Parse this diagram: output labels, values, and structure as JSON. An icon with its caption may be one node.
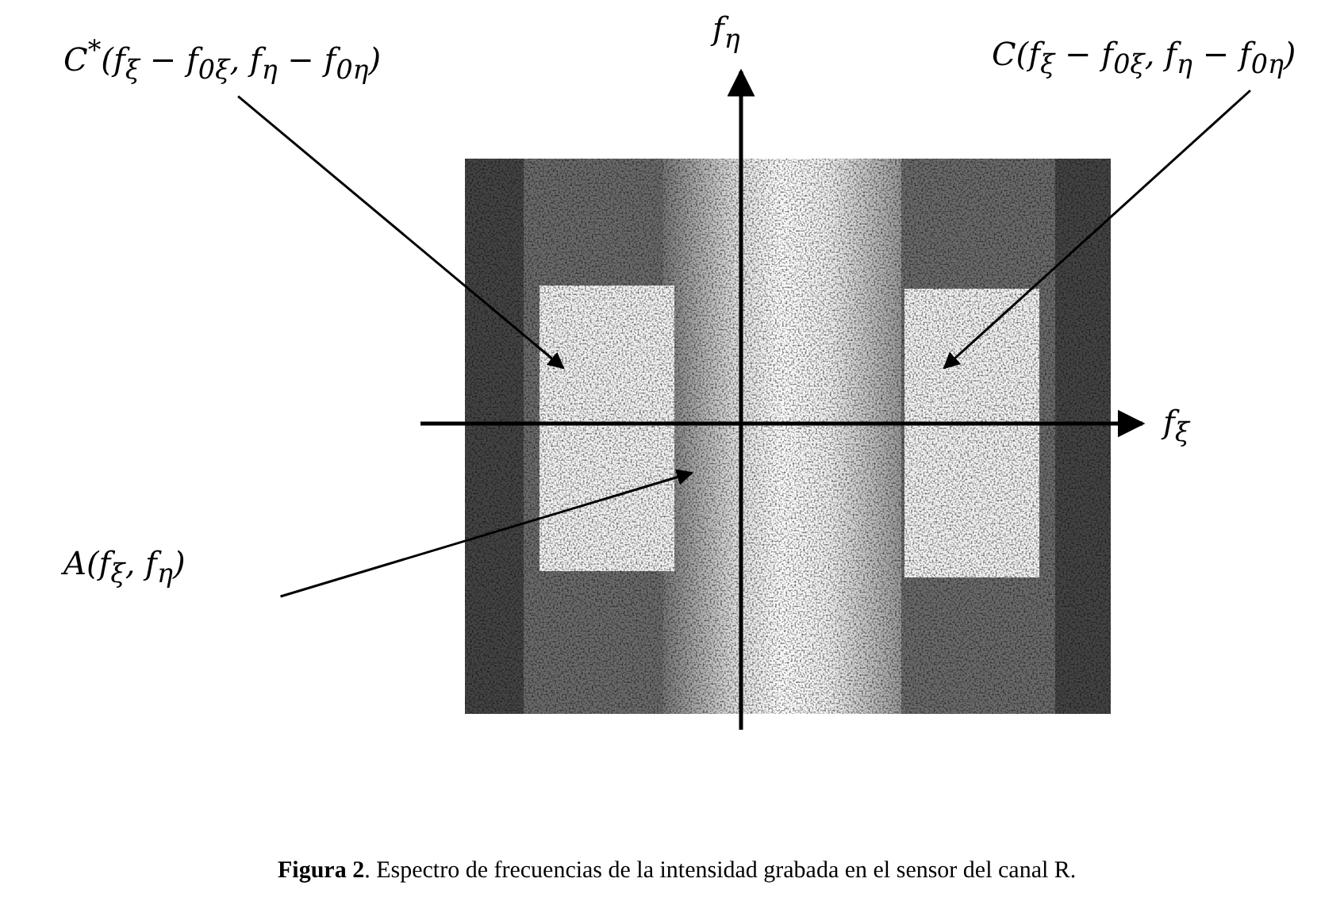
{
  "diagram": {
    "caption": "**Figura 2**. Espectro de frecuencias de la intensidad grabada en el sensor del canal R.",
    "nodes": [
      {
        "text": [
          "C$^{*}$(f$_{ξ}$ − f$_{0ξ}$, f$_{η}$ − f$_{0η}$)"
        ]
      },
      {
        "text": [
          "C(f$_{ξ}$ − f$_{0ξ}$, f$_{η}$ − f$_{0η}$)"
        ]
      },
      {
        "text": [
          "A(f$_{ξ}$, f$_{η}$)"
        ]
      }
    ],
    "edges": [
      {
        "from": 0,
        "to": null,
        "arrow": "to"
      },
      {
        "from": 1,
        "to": null,
        "arrow": "to"
      },
      {
        "from": 2,
        "to": null,
        "arrow": "to"
      }
    ],
    "labels": [
      "f$_{η}$",
      "f$_{ξ}$"
    ]
  }
}
